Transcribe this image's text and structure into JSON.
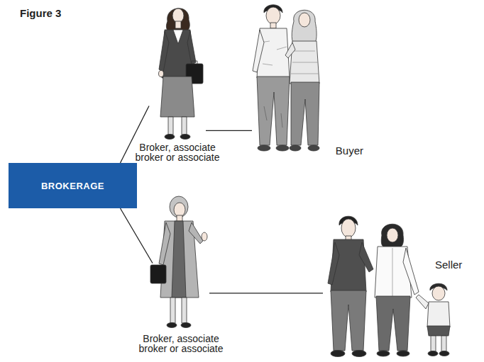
{
  "diagram": {
    "title": "Figure 3",
    "nodes": [
      {
        "text": [
          "BROKERAGE"
        ]
      },
      {
        "text": [
          "Broker, associate broker or associate"
        ]
      },
      {
        "text": [
          "Buyer"
        ]
      },
      {
        "text": [
          "Broker, associate broker or associate"
        ]
      },
      {
        "text": [
          "Seller"
        ]
      }
    ],
    "edges": [
      {
        "from": 0,
        "to": 1,
        "arrow": "none"
      },
      {
        "from": 1,
        "to": 2,
        "arrow": "none"
      },
      {
        "from": 0,
        "to": 3,
        "arrow": "none"
      },
      {
        "from": 3,
        "to": 4,
        "arrow": "none"
      }
    ]
  }
}
